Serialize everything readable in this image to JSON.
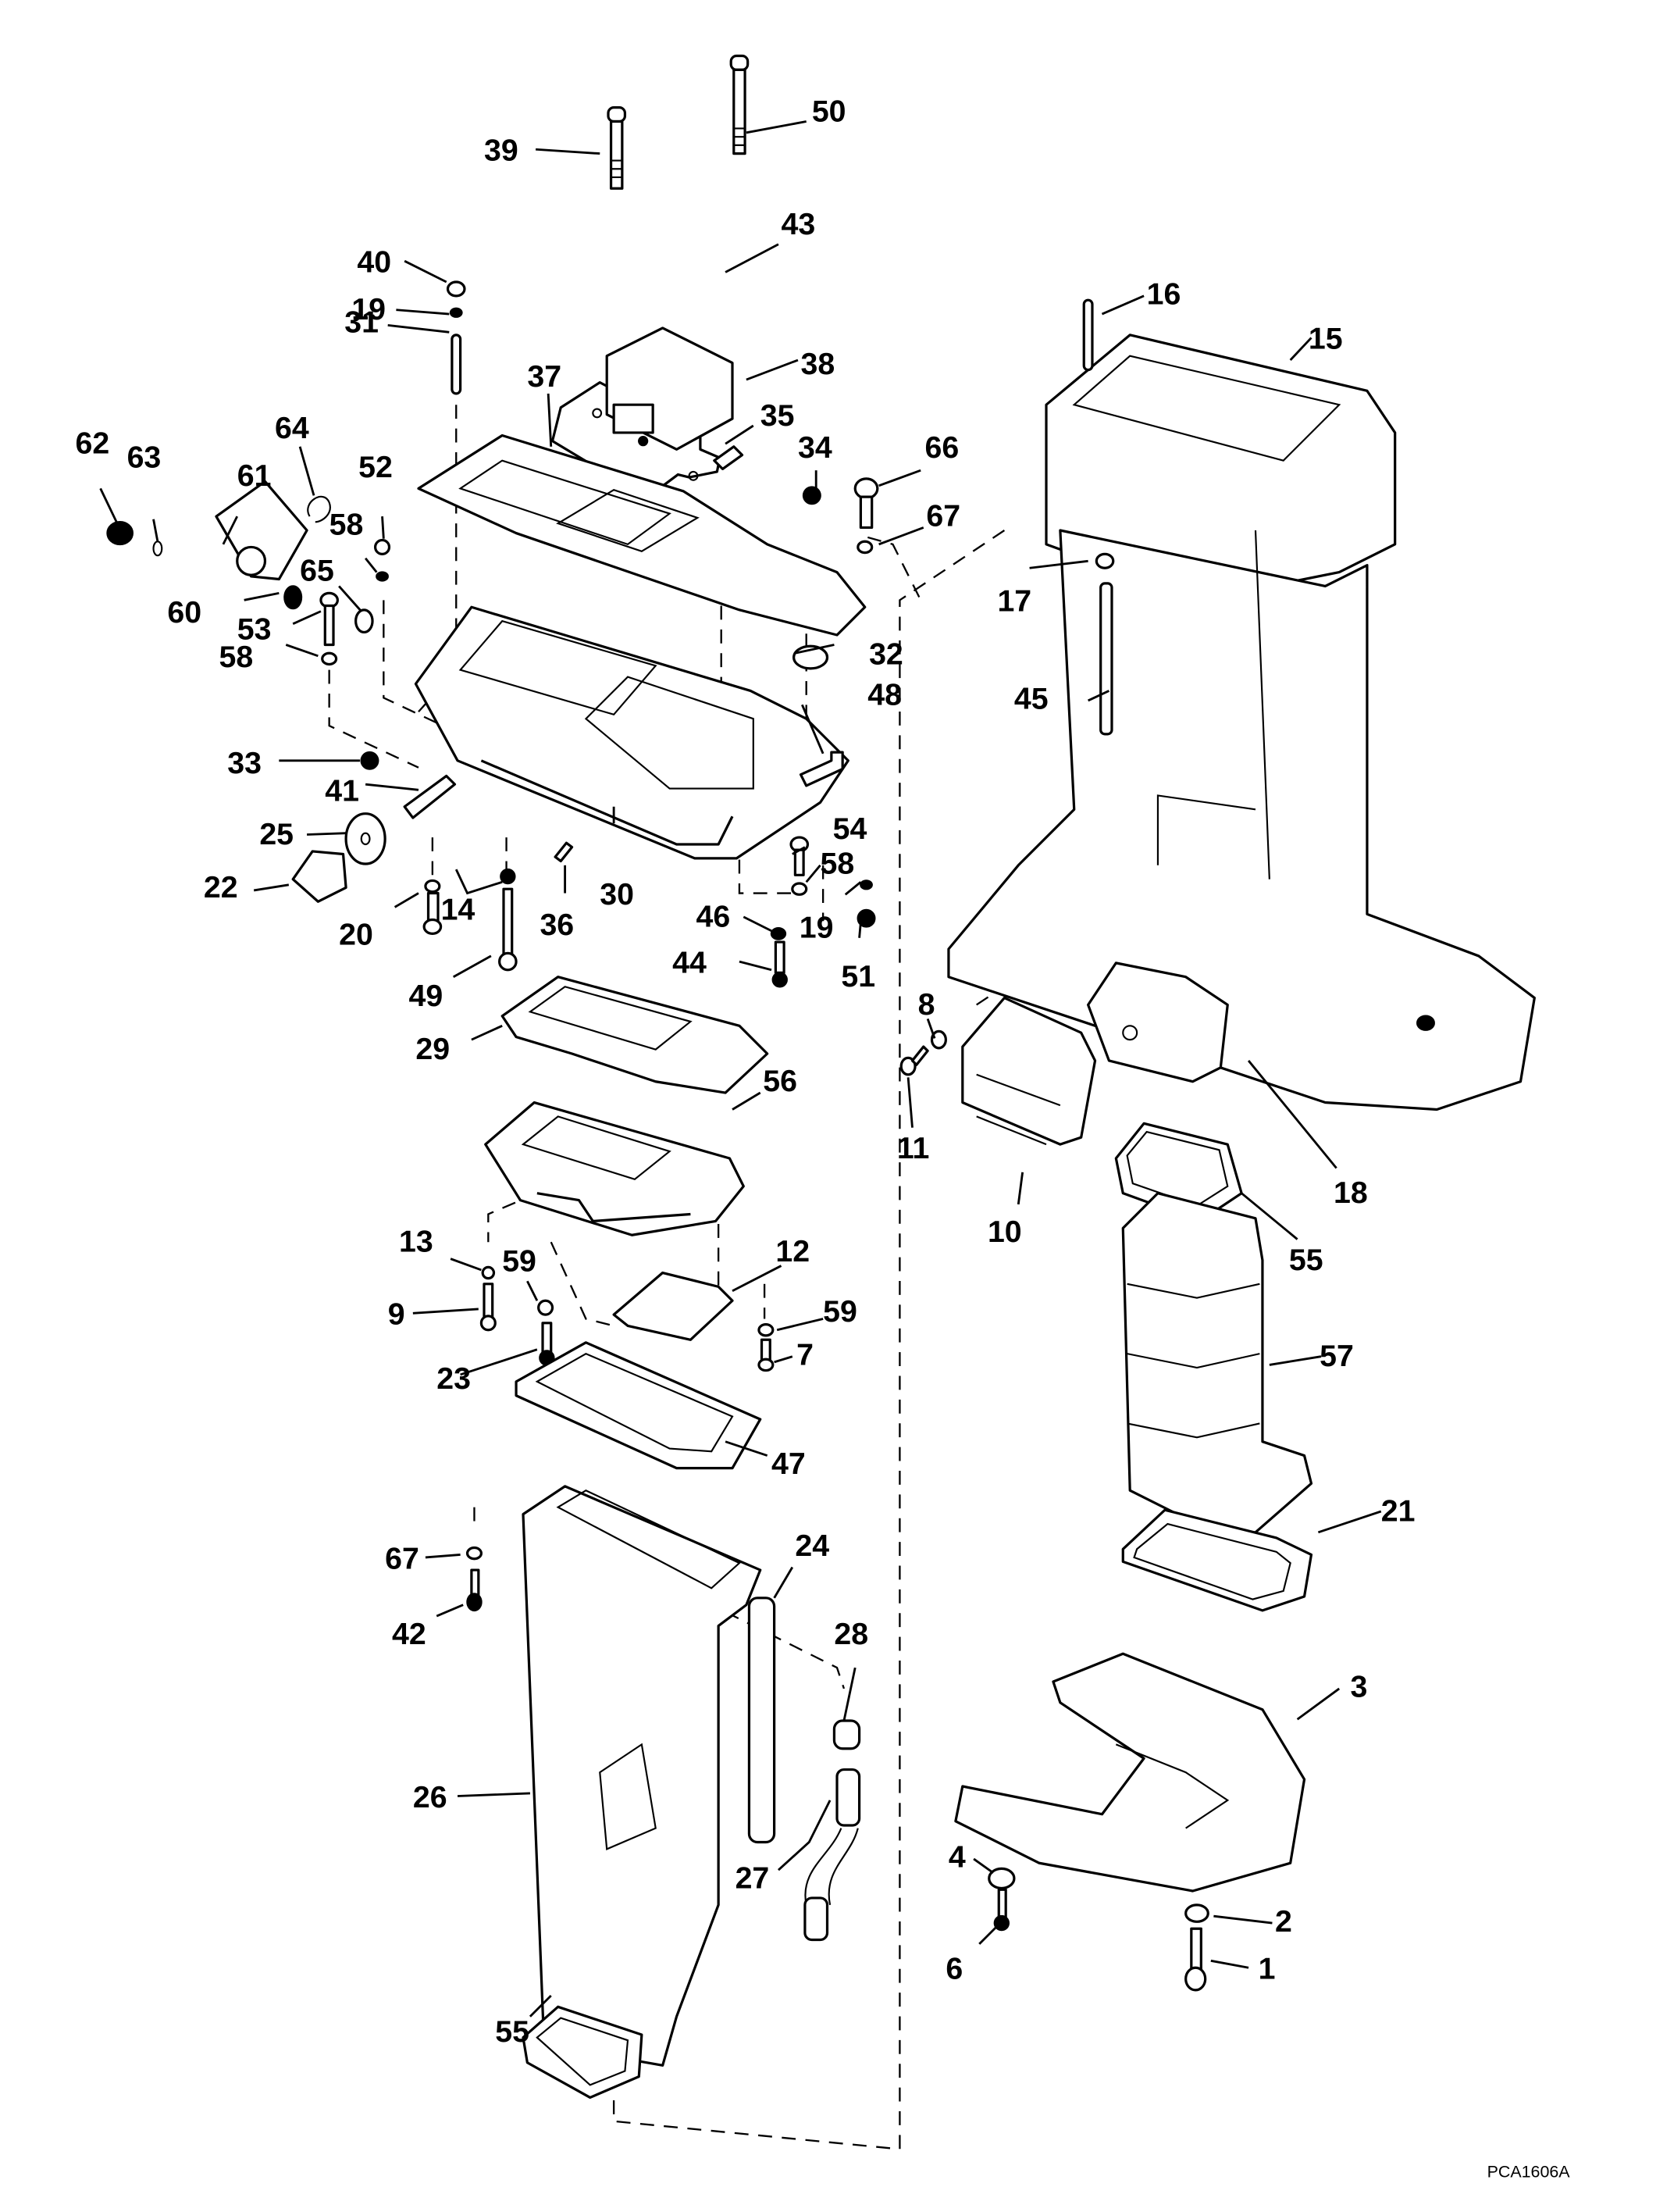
{
  "diagram": {
    "title": "Exhaust housing / midsection exploded parts view",
    "figure_code": "PCA1606A",
    "callouts": {
      "p1": "1",
      "p2": "2",
      "p3": "3",
      "p4": "4",
      "p6": "6",
      "p7": "7",
      "p8": "8",
      "p9": "9",
      "p10": "10",
      "p11": "11",
      "p12": "12",
      "p13": "13",
      "p14": "14",
      "p15": "15",
      "p16": "16",
      "p17": "17",
      "p18": "18",
      "p19a": "19",
      "p19b": "19",
      "p20": "20",
      "p21": "21",
      "p22": "22",
      "p23": "23",
      "p24": "24",
      "p25": "25",
      "p26": "26",
      "p27": "27",
      "p28": "28",
      "p29": "29",
      "p30": "30",
      "p31": "31",
      "p32": "32",
      "p33": "33",
      "p34": "34",
      "p35": "35",
      "p36": "36",
      "p37": "37",
      "p38": "38",
      "p39": "39",
      "p40": "40",
      "p41": "41",
      "p42": "42",
      "p43": "43",
      "p44": "44",
      "p45": "45",
      "p46": "46",
      "p47": "47",
      "p48": "48",
      "p49": "49",
      "p50": "50",
      "p51": "51",
      "p52": "52",
      "p53": "53",
      "p54": "54",
      "p55a": "55",
      "p55b": "55",
      "p56": "56",
      "p57": "57",
      "p58a": "58",
      "p58b": "58",
      "p58c": "58",
      "p59a": "59",
      "p59b": "59",
      "p60": "60",
      "p61": "61",
      "p62": "62",
      "p63": "63",
      "p64": "64",
      "p65": "65",
      "p66": "66",
      "p67a": "67",
      "p67b": "67"
    }
  }
}
